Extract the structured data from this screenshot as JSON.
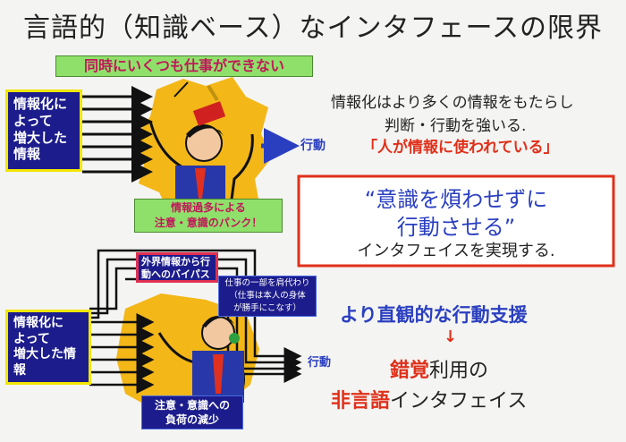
{
  "title": "言語的（知識ベース）なインタフェースの限界",
  "top": {
    "banner": "同時にいくつも仕事ができない",
    "input_box": [
      "情報化に",
      "よって",
      "増大した",
      "情報"
    ],
    "overload_box": [
      "情報過多による",
      "注意・意識のパンク！"
    ],
    "action_label": "行動",
    "desc_line1": "情報化はより多くの情報をもたらし",
    "desc_line2": "判断・行動を強いる.",
    "desc_quote": "「人が情報に使われている」"
  },
  "center": {
    "line1": "“意識を煩わせずに",
    "line2": "行動させる”",
    "line3": "インタフェイスを実現する."
  },
  "bottom": {
    "input_box": [
      "情報化に",
      "よって",
      "増大した情",
      "報"
    ],
    "bypass_box": [
      "外界情報から行",
      "動へのバイパス"
    ],
    "delegate_box": [
      "仕事の一部を肩代わり",
      "（仕事は本人の身体",
      "が勝手にこなす）"
    ],
    "reduce_box": [
      "注意・意識への",
      "負荷の減少"
    ],
    "action_label": "行動",
    "support_text": "より直観的な行動支援",
    "arrow_down": "↓",
    "final_line1_a": "錯覚",
    "final_line1_b": "利用の",
    "final_line2_a": "非言語",
    "final_line2_b": "インタフェイス"
  },
  "colors": {
    "navy": "#1c1c8c",
    "yellow": "#f2e600",
    "green": "#8fe06a",
    "red": "#e0301a",
    "blue": "#2a3fc0"
  }
}
